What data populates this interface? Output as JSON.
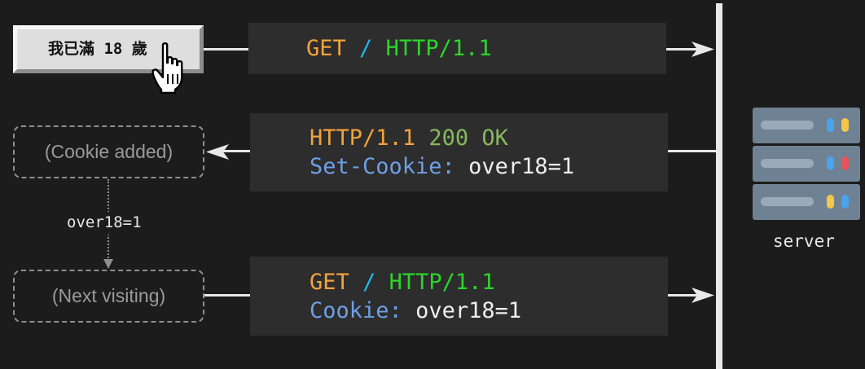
{
  "age_button": {
    "label": "我已滿 18 歲"
  },
  "box_cookie_added": {
    "label": "(Cookie added)"
  },
  "box_next_visiting": {
    "label": "(Next visiting)"
  },
  "cookie_link_label": "over18=1",
  "request1": {
    "method": "GET",
    "slash": "/",
    "protocol": "HTTP/1.1"
  },
  "response": {
    "protocol": "HTTP/1.1",
    "status": "200 OK",
    "header_name": "Set-Cookie:",
    "header_value": "over18=1"
  },
  "request2": {
    "method": "GET",
    "slash": "/",
    "protocol": "HTTP/1.1",
    "header_name": "Cookie:",
    "header_value": "over18=1"
  },
  "server": {
    "label": "server"
  },
  "colors": {
    "background": "#1c1c1c",
    "code_background": "#2d2d2d",
    "method": "#f2a33c",
    "slash": "#22b8ea",
    "protocol": "#2bd62b",
    "status": "#86b85c",
    "header": "#6f9fe6",
    "server_body": "#6e8294",
    "led_blue": "#4aa3ec",
    "led_yellow": "#f4c64a",
    "led_red": "#e8545c"
  }
}
